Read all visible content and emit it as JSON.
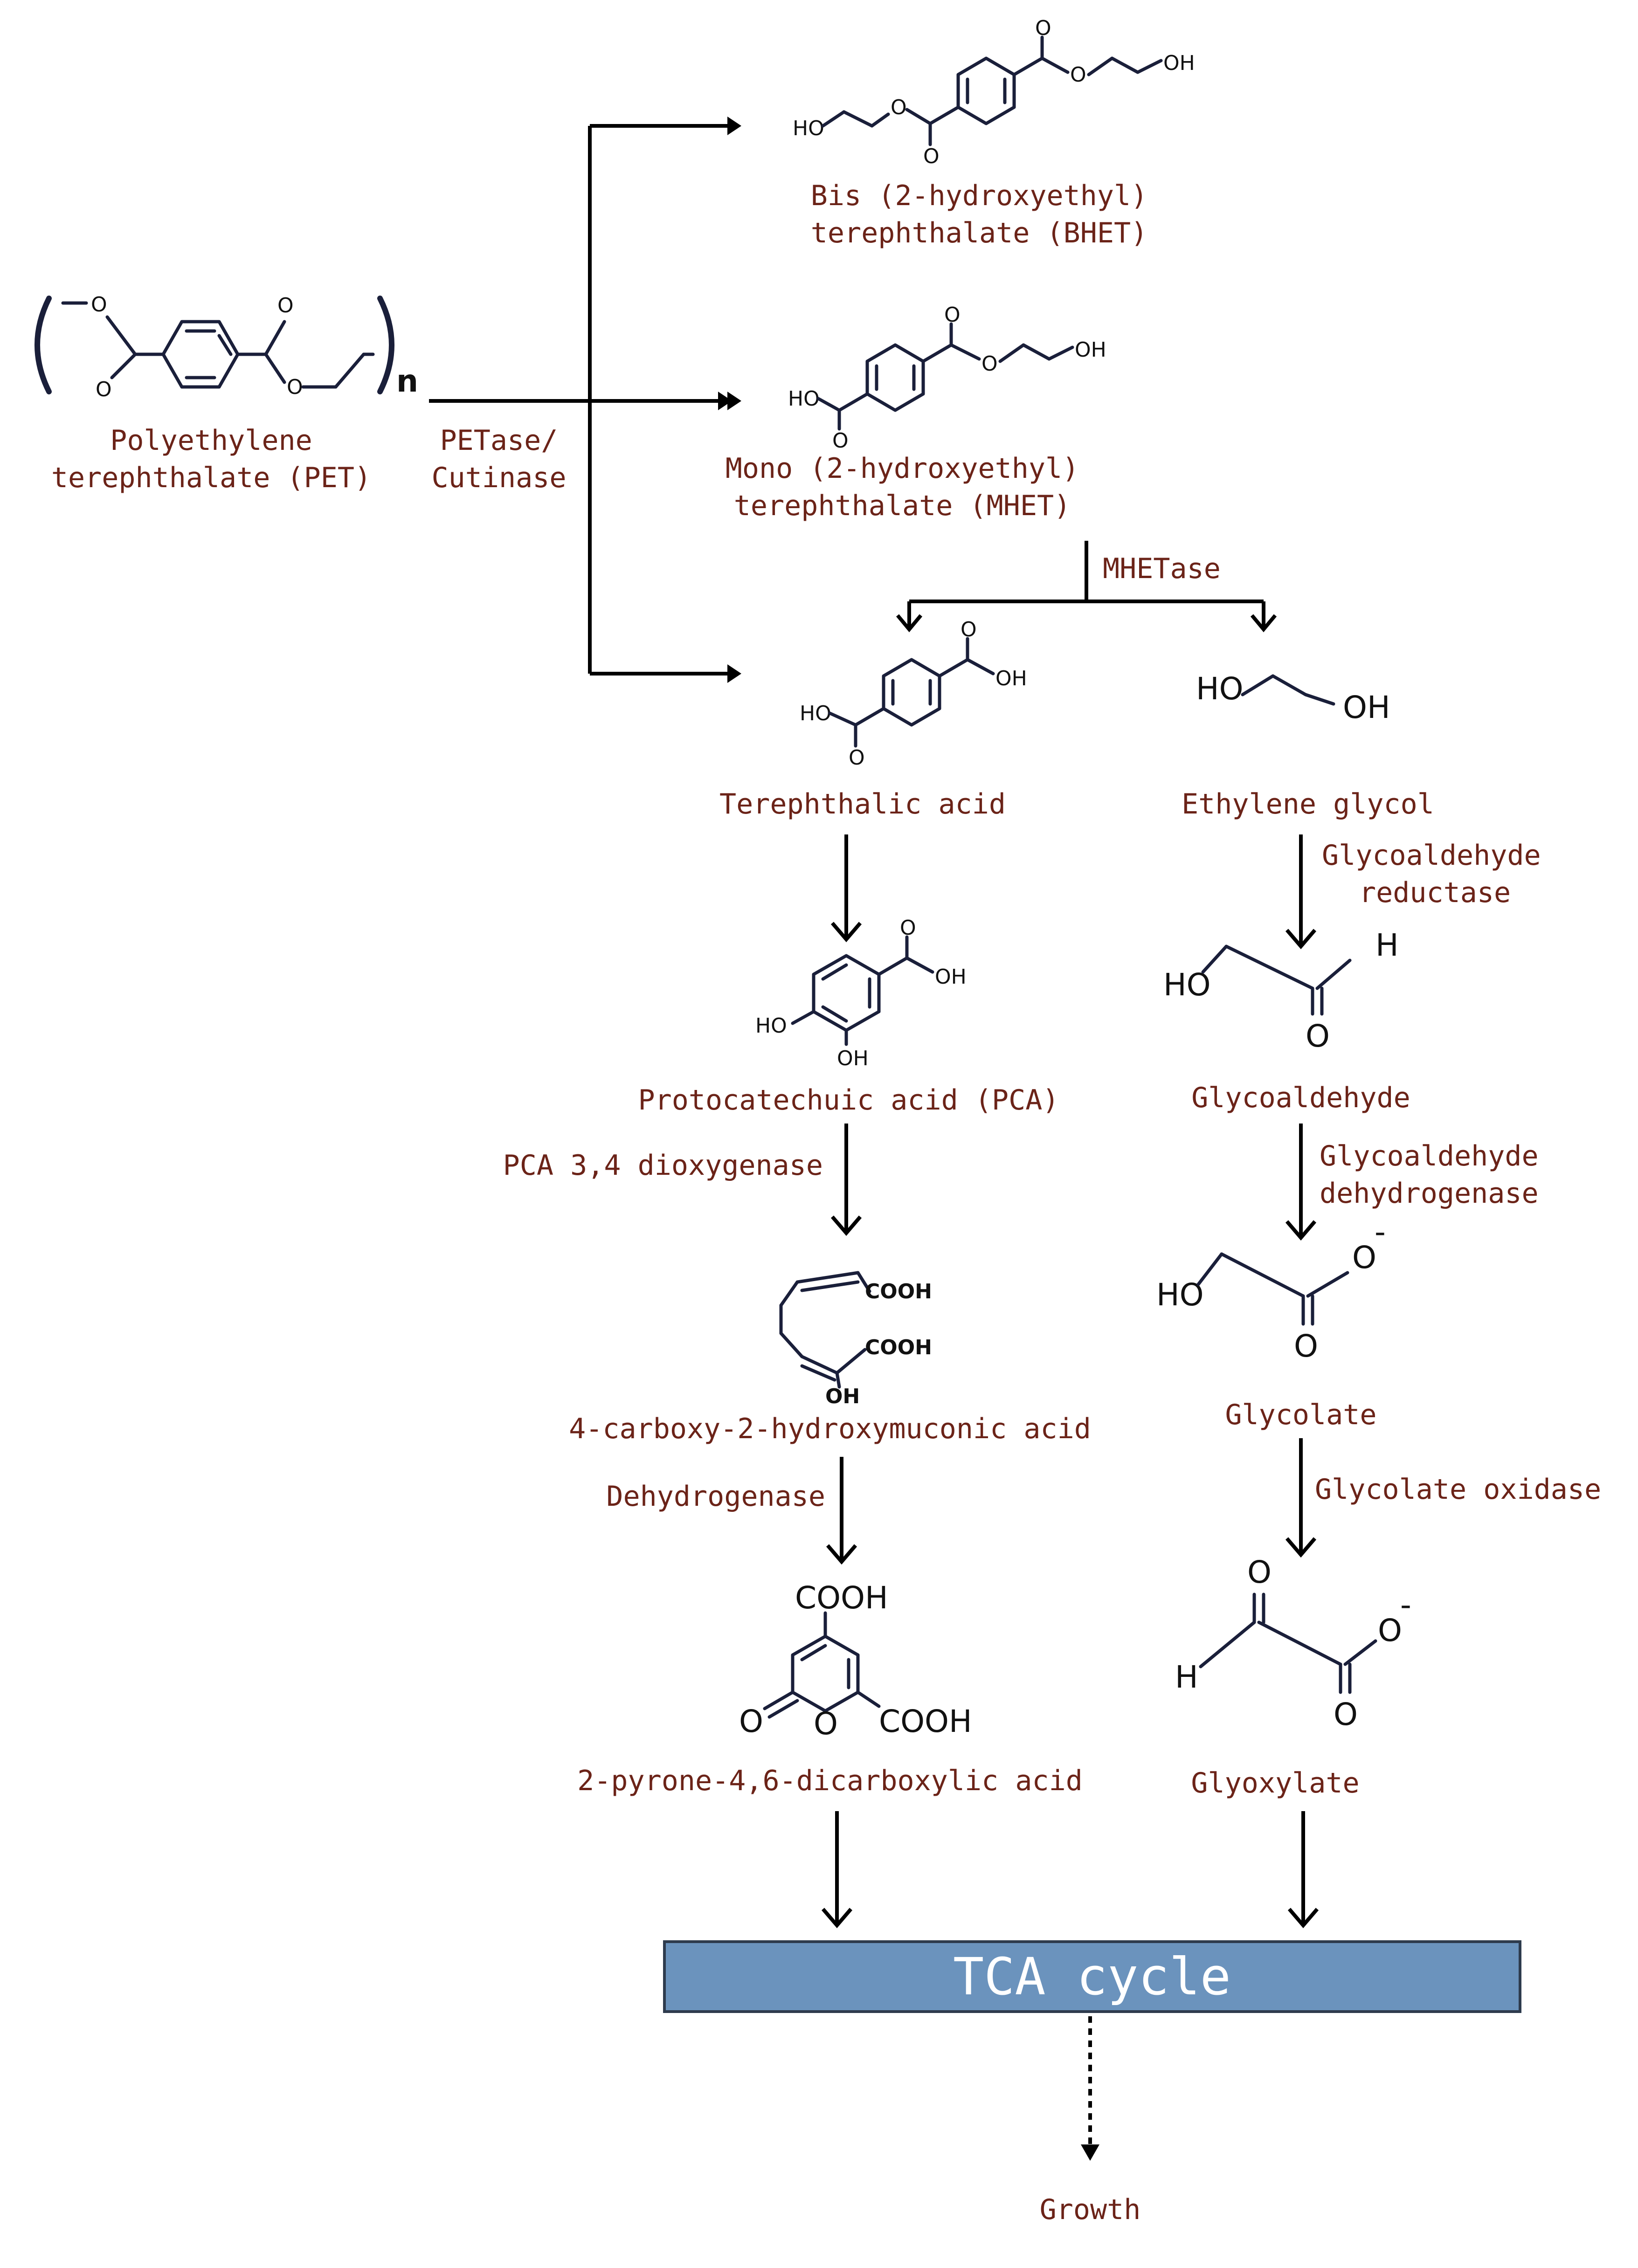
{
  "pet": {
    "line1": "Polyethylene",
    "line2": "terephthalate (PET)",
    "subscript": "n"
  },
  "enzyme_petase": {
    "line1": "PETase/",
    "line2": "Cutinase"
  },
  "bhet": {
    "line1": "Bis (2-hydroxyethyl)",
    "line2": "terephthalate (BHET)"
  },
  "mhet": {
    "line1": "Mono (2-hydroxyethyl)",
    "line2": "terephthalate (MHET)"
  },
  "enzyme_mhetase": "MHETase",
  "tpa": "Terephthalic acid",
  "eg": "Ethylene glycol",
  "enzyme_gar": {
    "line1": "Glycoaldehyde",
    "line2": "reductase"
  },
  "pca": "Protocatechuic acid (PCA)",
  "glycoaldehyde": "Glycoaldehyde",
  "enzyme_pca_dioxygenase": "PCA 3,4 dioxygenase",
  "enzyme_gad": {
    "line1": "Glycoaldehyde",
    "line2": "dehydrogenase"
  },
  "chmsa": "4-carboxy-2-hydroxymuconic acid",
  "glycolate": "Glycolate",
  "enzyme_dehydrogenase": "Dehydrogenase",
  "enzyme_glycolate_oxidase": "Glycolate oxidase",
  "pdc": "2-pyrone-4,6-dicarboxylic acid",
  "glyoxylate": "Glyoxylate",
  "tca": "TCA cycle",
  "growth": "Growth",
  "atoms": {
    "O": "O",
    "HO": "HO",
    "OH": "OH",
    "H": "H",
    "COOH": "COOH",
    "Ominus": "O",
    "minus": "-"
  },
  "colors": {
    "label": "#6b2318",
    "tca_fill": "#6b93bd",
    "tca_border": "#2e3b4d"
  }
}
